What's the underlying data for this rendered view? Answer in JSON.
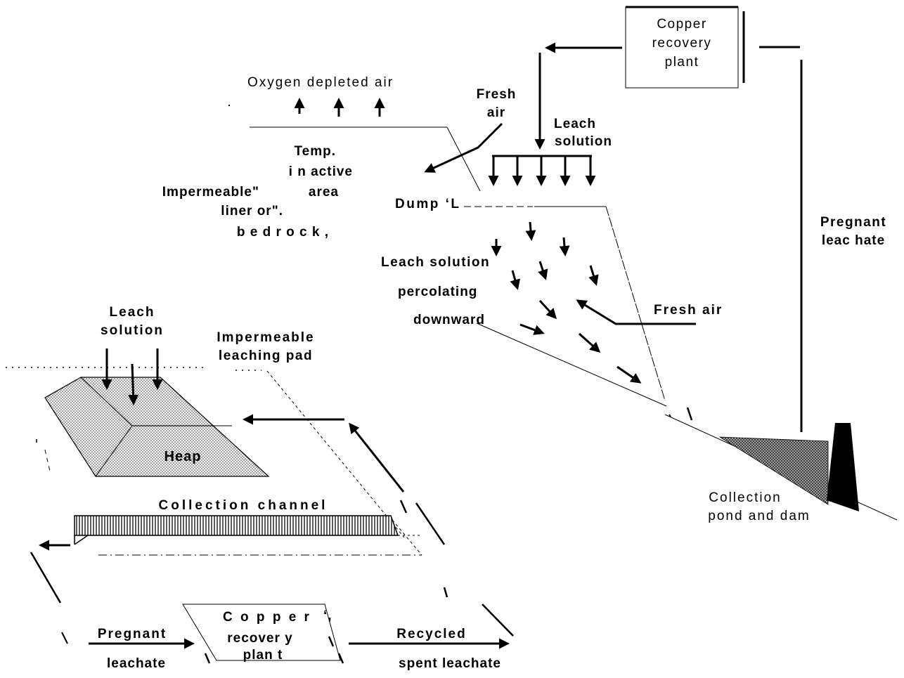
{
  "labels": {
    "top_plant": [
      "Copper",
      "recovery",
      "plant"
    ],
    "oxygen_depleted_air": "Oxygen depleted air",
    "fresh_air_top": [
      "Fresh",
      "air"
    ],
    "leach_solution_top": [
      "Leach",
      "solution"
    ],
    "temp_text": [
      "Temp.",
      "i n active",
      "area"
    ],
    "impermeable_liner": [
      "Impermeable\"",
      "liner or\".",
      "b e d r o c k ,"
    ],
    "dump": "Dump ‘L",
    "leach_percolating": [
      "Leach solution",
      "percolating",
      "downward"
    ],
    "fresh_air_right": "Fresh air",
    "pregnant_leachate_right": [
      "Pregnant",
      "leac hate"
    ],
    "collection_pond": [
      "Collection",
      "pond and dam"
    ],
    "leach_solution_heap": [
      "Leach",
      "solution"
    ],
    "impermeable_pad": [
      "Impermeable",
      "leaching pad"
    ],
    "heap": "Heap",
    "collection_channel": "Collection channel",
    "pregnant_bottom": "Pregnant",
    "leachate_bottom": "leachate",
    "bottom_plant": [
      "C o p p e r",
      "recover y",
      "plan t"
    ],
    "recycled": "Recycled",
    "spent_leachate": "spent leachate"
  },
  "colors": {
    "ink": "#000000",
    "fill_light": "#e4e4e4"
  }
}
